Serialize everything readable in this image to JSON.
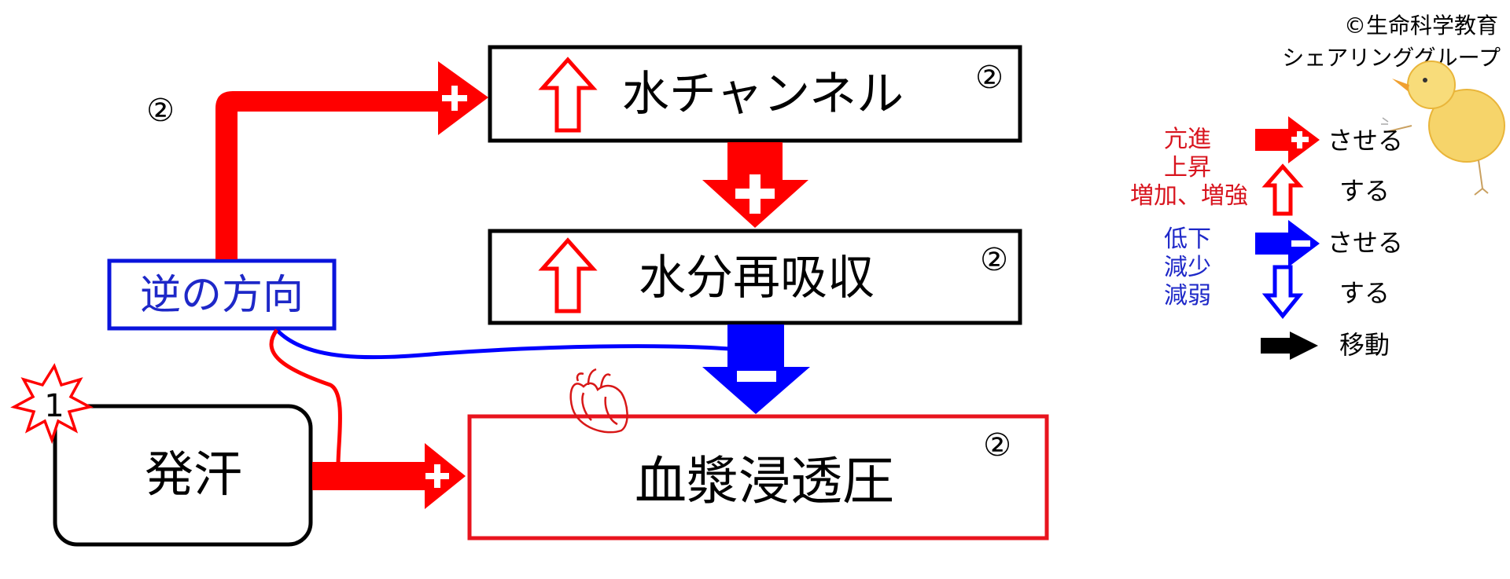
{
  "copyright": {
    "line1": "©生命科学教育",
    "line2": "シェアリンググループ"
  },
  "nodes": {
    "water_channel": {
      "label": "水チャンネル",
      "step": "②"
    },
    "reabsorption": {
      "label": "水分再吸収",
      "step": "②"
    },
    "plasma_osmotic": {
      "label": "血漿浸透圧",
      "step": "②"
    },
    "sweating": {
      "label": "発汗",
      "step": "1"
    },
    "reverse": {
      "label": "逆の方向"
    }
  },
  "left_step": "②",
  "legend": {
    "promote_words": [
      "亢進",
      "上昇",
      "増加、増強"
    ],
    "reduce_words": [
      "低下",
      "減少",
      "減弱"
    ],
    "saseru": "させる",
    "suru": "する",
    "move": "移動"
  },
  "colors": {
    "red": "#ff0000",
    "blue": "#0000ff",
    "black": "#000000",
    "box_red": "#e8141e",
    "box_blue": "#0a14dc",
    "blue_text": "#1e28c8",
    "red_text": "#d8141e"
  },
  "icons": [
    "plus-icon",
    "minus-icon",
    "up-arrow-icon",
    "down-arrow-icon",
    "heart-icon",
    "burst-icon",
    "chick-icon"
  ]
}
